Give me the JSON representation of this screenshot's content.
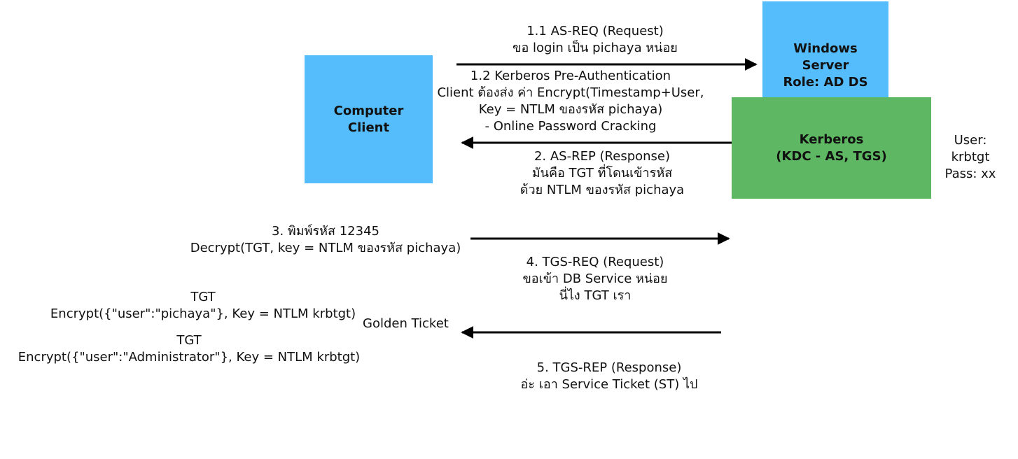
{
  "nodes": {
    "client": "Computer\nClient",
    "server": "Windows\nServer\nRole: AD DS",
    "kdc": "Kerberos\n(KDC - AS, TGS)"
  },
  "kdc_account": "User:\nkrbtgt\nPass: xx",
  "steps": {
    "as_req": "1.1 AS-REQ (Request)\nขอ login เป็น pichaya หน่อย",
    "pre_auth": "1.2 Kerberos Pre-Authentication\nClient ต้องส่ง ค่า Encrypt(Timestamp+User,\nKey = NTLM ของรหัส pichaya)\n- Online Password Cracking",
    "as_rep": "2. AS-REP (Response)\nมันคือ TGT ที่โดนเข้ารหัส\nด้วย NTLM ของรหัส pichaya",
    "password": "3. พิมพ์รหัส 12345\nDecrypt(TGT, key = NTLM ของรหัส pichaya)",
    "tgs_req": "4. TGS-REQ (Request)\nขอเข้า DB Service หน่อย\nนี่ไง TGT เรา",
    "tgs_rep": "5. TGS-REP (Response)\nอ่ะ เอา Service Ticket (ST) ไป"
  },
  "tgt_original": {
    "label": "TGT",
    "value": "Encrypt({\"user\":\"pichaya\"}, Key = NTLM krbtgt)"
  },
  "tgt_forged": {
    "label": "TGT",
    "value": "Encrypt({\"user\":\"Administrator\"}, Key = NTLM krbtgt)"
  },
  "golden_ticket": "Golden Ticket",
  "colors": {
    "client_fill": "#56bdfc",
    "server_fill": "#56bdfc",
    "kdc_fill": "#5eb762",
    "arrow": "#000000"
  }
}
